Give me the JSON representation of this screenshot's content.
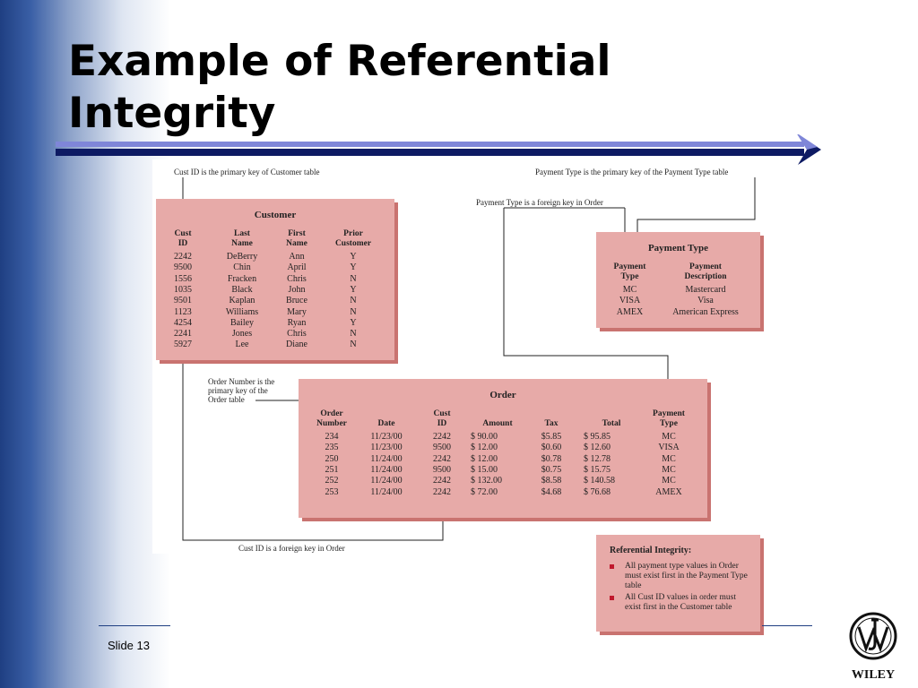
{
  "slide": {
    "title_line1": "Example of Referential",
    "title_line2": "Integrity",
    "slide_number": "Slide 13",
    "logo_text": "WILEY"
  },
  "annotations": {
    "cust_pk": "Cust ID is the primary key of Customer table",
    "paytype_pk": "Payment Type is the primary key of the Payment Type table",
    "paytype_fk": "Payment Type is a foreign key in Order",
    "order_pk_1": "Order Number is the",
    "order_pk_2": "primary key of the",
    "order_pk_3": "Order table",
    "cust_fk": "Cust ID is a foreign key in Order"
  },
  "customer": {
    "title": "Customer",
    "headers": [
      [
        "Cust",
        "ID"
      ],
      [
        "Last",
        "Name"
      ],
      [
        "First",
        "Name"
      ],
      [
        "Prior",
        "Customer"
      ]
    ],
    "rows": [
      [
        "2242",
        "DeBerry",
        "Ann",
        "Y"
      ],
      [
        "9500",
        "Chin",
        "April",
        "Y"
      ],
      [
        "1556",
        "Fracken",
        "Chris",
        "N"
      ],
      [
        "1035",
        "Black",
        "John",
        "Y"
      ],
      [
        "9501",
        "Kaplan",
        "Bruce",
        "N"
      ],
      [
        "1123",
        "Williams",
        "Mary",
        "N"
      ],
      [
        "4254",
        "Bailey",
        "Ryan",
        "Y"
      ],
      [
        "2241",
        "Jones",
        "Chris",
        "N"
      ],
      [
        "5927",
        "Lee",
        "Diane",
        "N"
      ]
    ]
  },
  "payment_type": {
    "title": "Payment Type",
    "headers": [
      [
        "Payment",
        "Type"
      ],
      [
        "Payment",
        "Description"
      ]
    ],
    "rows": [
      [
        "MC",
        "Mastercard"
      ],
      [
        "VISA",
        "Visa"
      ],
      [
        "AMEX",
        "American Express"
      ]
    ]
  },
  "order": {
    "title": "Order",
    "headers": [
      [
        "Order",
        "Number"
      ],
      [
        "",
        "Date"
      ],
      [
        "Cust",
        "ID"
      ],
      [
        "",
        "Amount"
      ],
      [
        "",
        "Tax"
      ],
      [
        "",
        "Total"
      ],
      [
        "Payment",
        "Type"
      ]
    ],
    "rows": [
      [
        "234",
        "11/23/00",
        "2242",
        "$  90.00",
        "$5.85",
        "$  95.85",
        "MC"
      ],
      [
        "235",
        "11/23/00",
        "9500",
        "$  12.00",
        "$0.60",
        "$  12.60",
        "VISA"
      ],
      [
        "250",
        "11/24/00",
        "2242",
        "$  12.00",
        "$0.78",
        "$  12.78",
        "MC"
      ],
      [
        "251",
        "11/24/00",
        "9500",
        "$  15.00",
        "$0.75",
        "$  15.75",
        "MC"
      ],
      [
        "252",
        "11/24/00",
        "2242",
        "$ 132.00",
        "$8.58",
        "$ 140.58",
        "MC"
      ],
      [
        "253",
        "11/24/00",
        "2242",
        "$  72.00",
        "$4.68",
        "$  76.68",
        "AMEX"
      ]
    ]
  },
  "referential_integrity": {
    "title": "Referential Integrity:",
    "items": [
      "All payment type values in Order must exist first in the Payment Type table",
      "All Cust ID values in order must exist first in the Customer table"
    ]
  }
}
